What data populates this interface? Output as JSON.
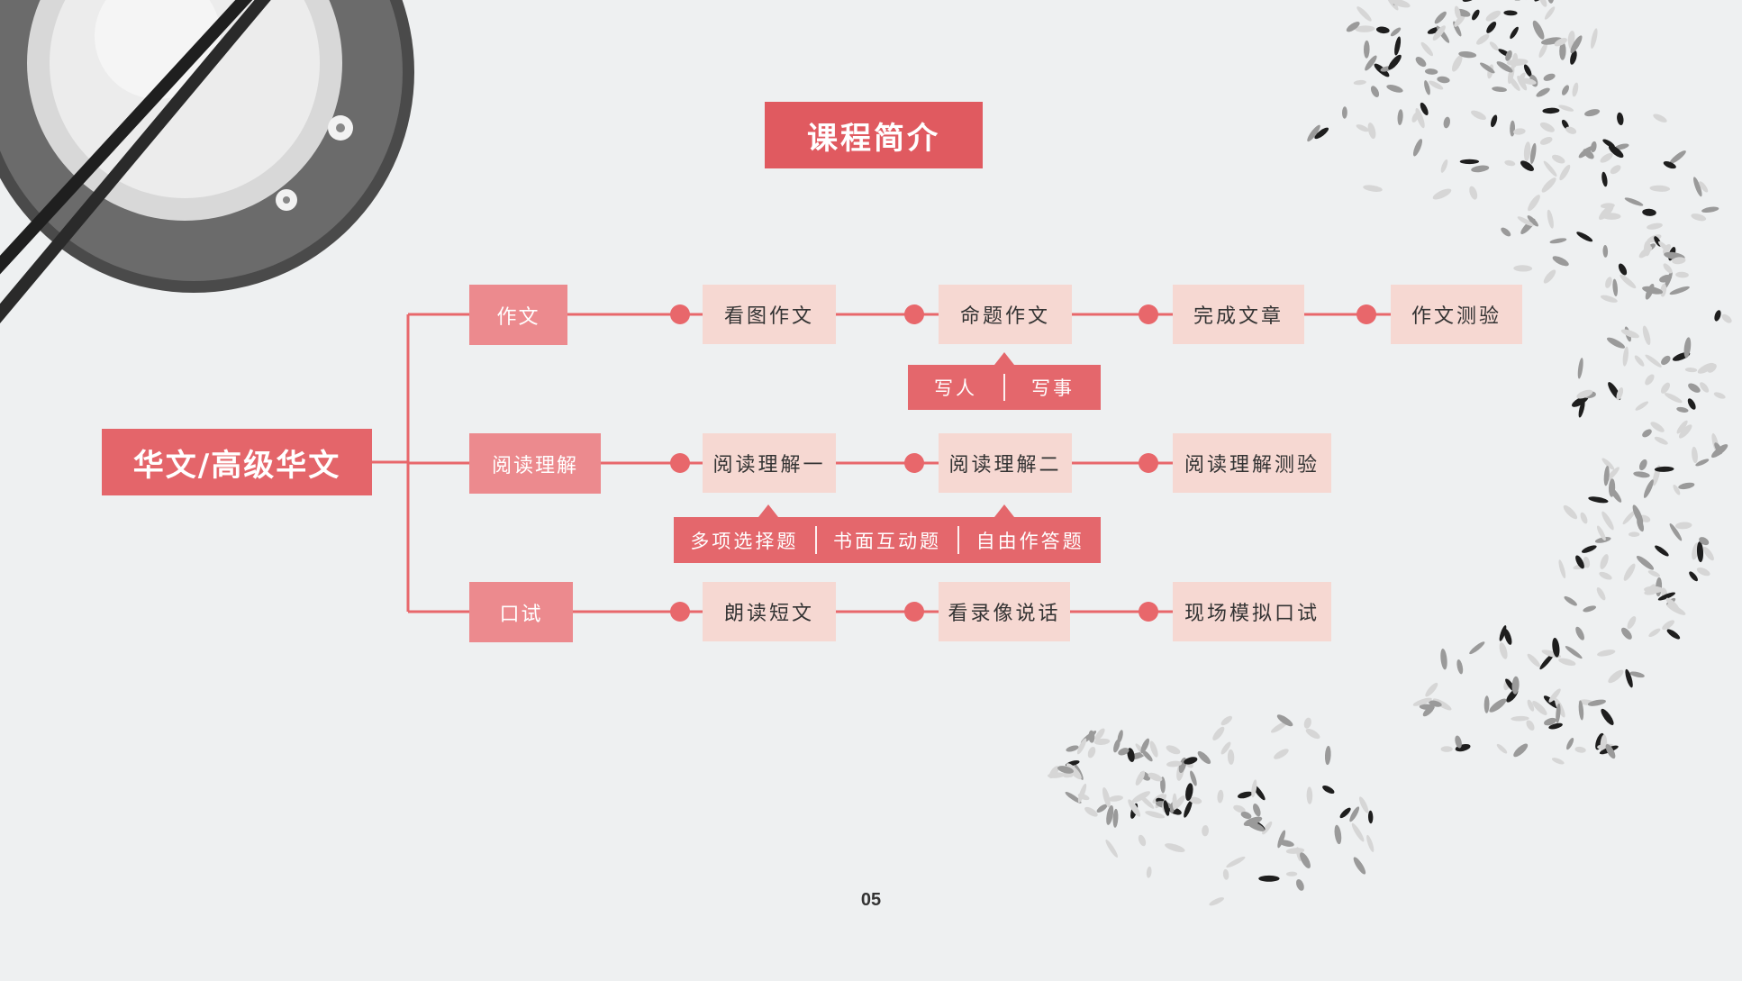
{
  "title": "课程简介",
  "root": "华文/高级华文",
  "branches": [
    {
      "label": "作文",
      "steps": [
        "看图作文",
        "命题作文",
        "完成文章",
        "作文测验"
      ],
      "sub_items": [
        "写人",
        "写事"
      ]
    },
    {
      "label": "阅读理解",
      "steps": [
        "阅读理解一",
        "阅读理解二",
        "阅读理解测验"
      ],
      "sub_items": [
        "多项选择题",
        "书面互动题",
        "自由作答题"
      ]
    },
    {
      "label": "口试",
      "steps": [
        "朗读短文",
        "看录像说话",
        "现场模拟口试"
      ]
    }
  ],
  "page_number": "05",
  "colors": {
    "accent": "#e05a60",
    "root_box": "#e4656a",
    "category_box": "#ec8a8e",
    "step_box": "#f6d8d2",
    "connector": "#e8676b",
    "background": "#eef0f1"
  },
  "decor": {
    "top_left": "rice-bowl-with-chopsticks",
    "right": "scattered-rice-grains"
  }
}
